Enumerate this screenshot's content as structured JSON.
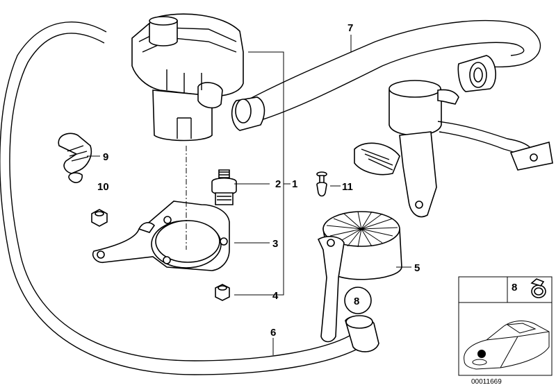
{
  "diagram": {
    "parts": [
      {
        "id": "p1",
        "label": "1"
      },
      {
        "id": "p2",
        "label": "2"
      },
      {
        "id": "p3",
        "label": "3"
      },
      {
        "id": "p4",
        "label": "4"
      },
      {
        "id": "p5",
        "label": "5"
      },
      {
        "id": "p6",
        "label": "6"
      },
      {
        "id": "p7",
        "label": "7"
      },
      {
        "id": "p8",
        "label": "8"
      },
      {
        "id": "p9",
        "label": "9"
      },
      {
        "id": "p10",
        "label": "10"
      },
      {
        "id": "p11",
        "label": "11"
      }
    ],
    "inset": {
      "label": "8"
    },
    "diagram_number": "00011669"
  }
}
